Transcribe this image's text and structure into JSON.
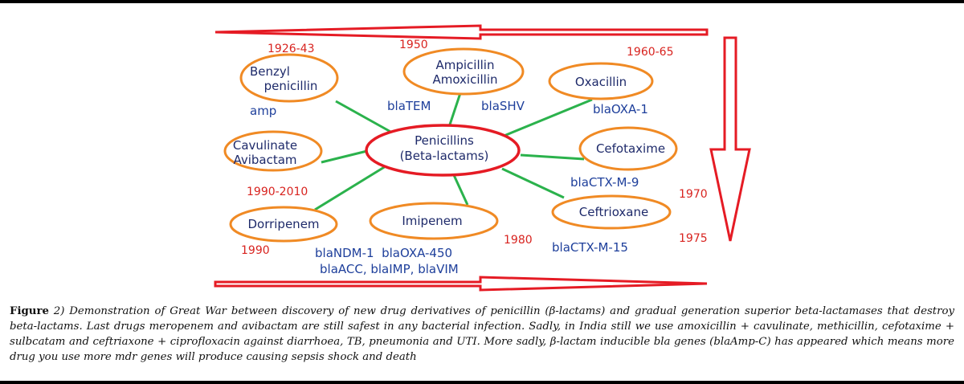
{
  "hub": {
    "line1": "Penicillins",
    "line2": "(Beta-lactams)"
  },
  "drugs": {
    "benzyl": {
      "line1": "Benzyl",
      "line2": "penicillin"
    },
    "ampicillin": {
      "line1": "Ampicillin",
      "line2": "Amoxicillin"
    },
    "oxacillin": {
      "label": "Oxacillin"
    },
    "cavulinate": {
      "line1": "Cavulinate",
      "line2": "Avibactam"
    },
    "cefotaxime": {
      "label": "Cefotaxime"
    },
    "dorripenem": {
      "label": "Dorripenem"
    },
    "imipenem": {
      "label": "Imipenem"
    },
    "ceftrioxane": {
      "label": "Ceftrioxane"
    }
  },
  "years": {
    "y1926": "1926-43",
    "y1950": "1950",
    "y1960": "1960-65",
    "y1990_2010": "1990-2010",
    "y1970": "1970",
    "y1990": "1990",
    "y1980": "1980",
    "y1975": "1975"
  },
  "genes": {
    "amp": "amp",
    "blaTEM": "blaTEM",
    "blaSHV": "blaSHV",
    "blaOXA1": "blaOXA-1",
    "blaCTXM9": "blaCTX-M-9",
    "blaCTXM15": "blaCTX-M-15",
    "ndm_oxa": "blaNDM-1  blaOXA-450",
    "acc_imp_vim": "blaACC, blaIMP, blaVIM"
  },
  "caption": {
    "figure_label": "Figure",
    "text": " 2) Demonstration of Great War between discovery of new drug derivatives of penicillin (β-lactams) and gradual generation superior beta-lactamases that destroy beta-lactams. Last drugs meropenem and avibactam are still safest in any bacterial infection. Sadly, in India still we use amoxicillin + cavulinate, methicillin, cefotaxime + sulbcatam and ceftriaxone + ciprofloxacin against diarrhoea, TB, pneumonia and UTI. More sadly, β-lactam inducible bla genes (blaAmp-C) has appeared which means more drug you use more mdr genes will produce causing sepsis shock and death"
  },
  "colors": {
    "ellipse_stroke": "#f08a24",
    "hub_stroke": "#e51b24",
    "spoke": "#2bb24c",
    "arrow": "#e51b24",
    "year_text": "#d8231f",
    "gene_text": "#1e3f9b",
    "drug_text": "#1e2a6a"
  }
}
